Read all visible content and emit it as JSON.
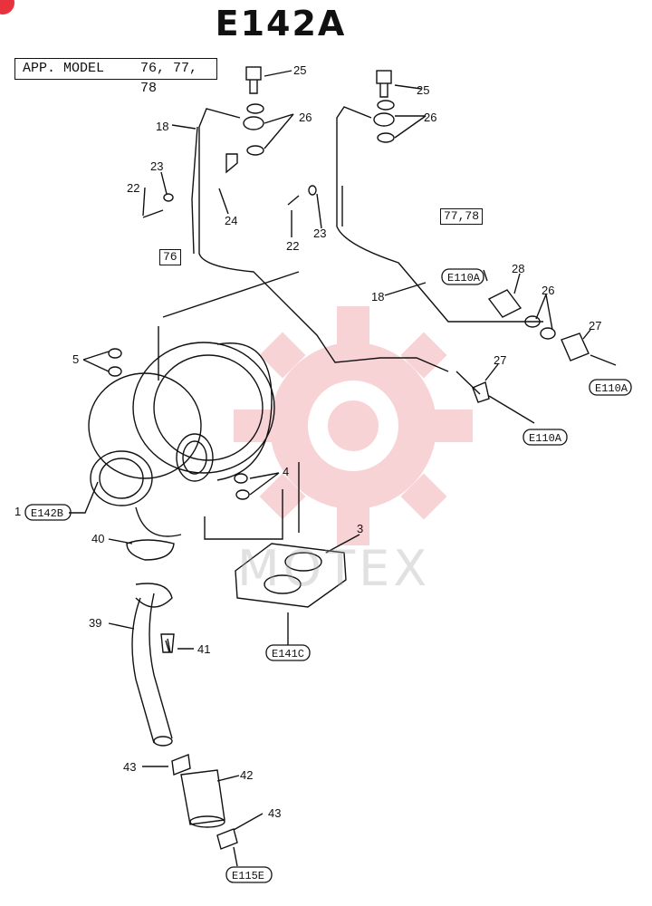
{
  "diagram": {
    "title": "E142A",
    "applicable_model": {
      "label": "APP. MODEL",
      "models": "76, 77, 78"
    },
    "model_tags": [
      {
        "id": "tag-76",
        "text": "76"
      },
      {
        "id": "tag-77-78",
        "text": "77,78"
      }
    ],
    "watermark": "MOTEX",
    "part_callouts": [
      {
        "key": "p25a",
        "text": "25"
      },
      {
        "key": "p25b",
        "text": "25"
      },
      {
        "key": "p26a",
        "text": "26"
      },
      {
        "key": "p26b",
        "text": "26"
      },
      {
        "key": "p26c",
        "text": "26"
      },
      {
        "key": "p18a",
        "text": "18"
      },
      {
        "key": "p18b",
        "text": "18"
      },
      {
        "key": "p23a",
        "text": "23"
      },
      {
        "key": "p23b",
        "text": "23"
      },
      {
        "key": "p22a",
        "text": "22"
      },
      {
        "key": "p22b",
        "text": "22"
      },
      {
        "key": "p24",
        "text": "24"
      },
      {
        "key": "p28",
        "text": "28"
      },
      {
        "key": "p27a",
        "text": "27"
      },
      {
        "key": "p27b",
        "text": "27"
      },
      {
        "key": "p5",
        "text": "5"
      },
      {
        "key": "p4",
        "text": "4"
      },
      {
        "key": "p3",
        "text": "3"
      },
      {
        "key": "p1",
        "text": "1"
      },
      {
        "key": "p40",
        "text": "40"
      },
      {
        "key": "p39",
        "text": "39"
      },
      {
        "key": "p41",
        "text": "41"
      },
      {
        "key": "p43a",
        "text": "43"
      },
      {
        "key": "p42",
        "text": "42"
      },
      {
        "key": "p43b",
        "text": "43"
      }
    ],
    "page_references": [
      {
        "key": "ref-e110a-1",
        "text": "E110A"
      },
      {
        "key": "ref-e110a-2",
        "text": "E110A"
      },
      {
        "key": "ref-e110a-3",
        "text": "E110A"
      },
      {
        "key": "ref-e142b",
        "text": "E142B"
      },
      {
        "key": "ref-e141c",
        "text": "E141C"
      },
      {
        "key": "ref-e115e",
        "text": "E115E"
      }
    ]
  }
}
